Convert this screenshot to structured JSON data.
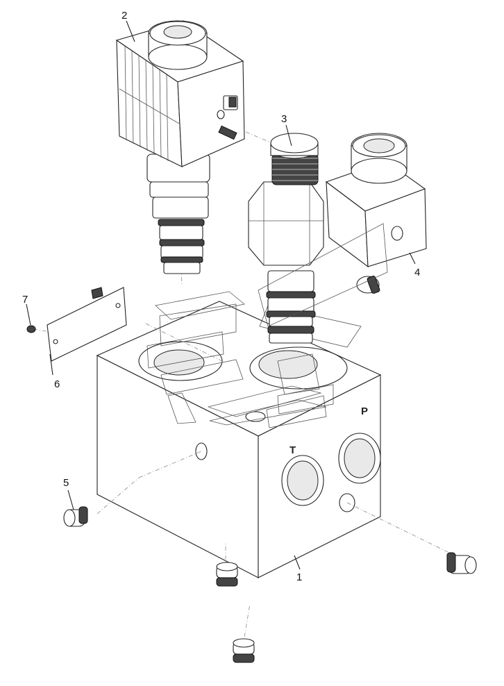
{
  "callouts": {
    "c1": "1",
    "c2": "2",
    "c3": "3",
    "c4": "4",
    "c5": "5",
    "c6": "6",
    "c7": "7"
  },
  "ports": {
    "p": "P",
    "t": "T"
  }
}
